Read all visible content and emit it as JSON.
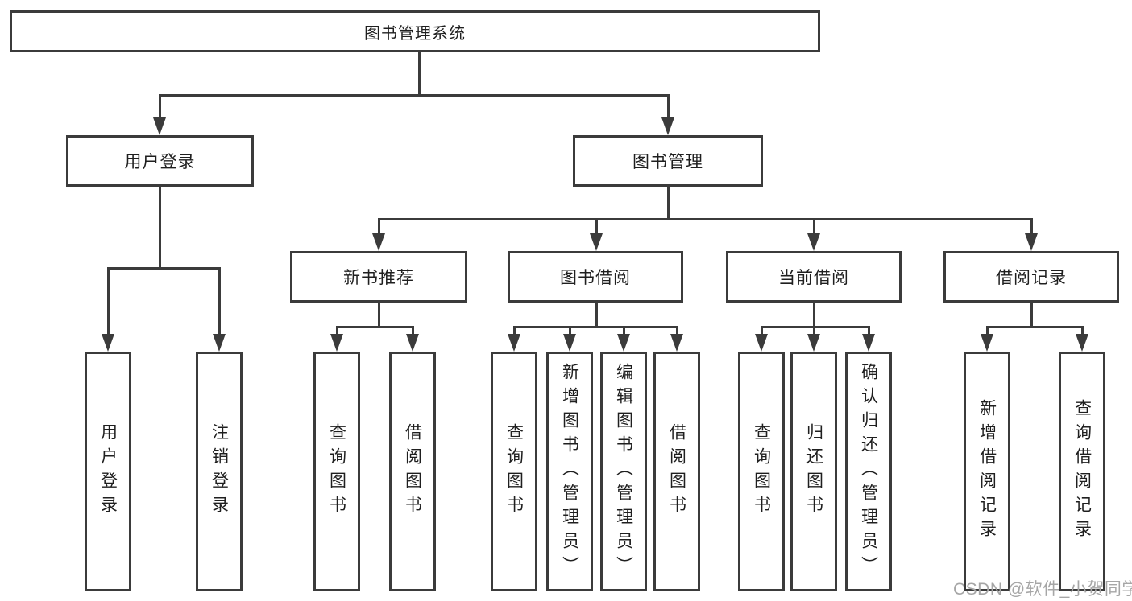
{
  "diagram": {
    "title": "图书管理系统",
    "level2": {
      "user_login": "用户登录",
      "book_management": "图书管理"
    },
    "level3": {
      "new_book_recommend": "新书推荐",
      "book_borrow": "图书借阅",
      "current_borrow": "当前借阅",
      "borrow_records": "借阅记录"
    },
    "leaves": {
      "user_login": "用户登录",
      "logout": "注销登录",
      "recommend_query_books": "查询图书",
      "recommend_borrow_books": "借阅图书",
      "borrow_query_books": "查询图书",
      "borrow_add_book_admin": "新增图书（管理员）",
      "borrow_edit_book_admin": "编辑图书（管理员）",
      "borrow_borrow_books": "借阅图书",
      "current_query_books": "查询图书",
      "current_return_book": "归还图书",
      "current_confirm_return_admin": "确认归还（管理员）",
      "records_add_record": "新增借阅记录",
      "records_query_record": "查询借阅记录"
    }
  },
  "watermark": "CSDN @软件_小贺同学",
  "colors": {
    "stroke": "#3b3b3b",
    "text": "#1f1f1f",
    "watermark": "#a6a6a6",
    "background": "#ffffff"
  }
}
